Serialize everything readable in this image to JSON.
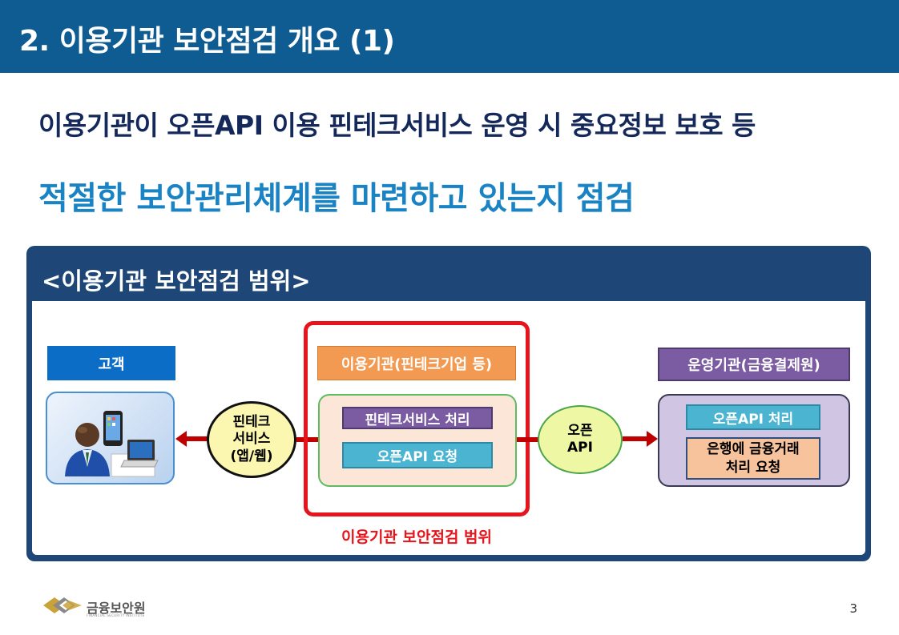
{
  "page": {
    "title": "2. 이용기관 보안점검 개요 (1)",
    "headline_line1": "이용기관이 오픈API 이용 핀테크서비스 운영 시 중요정보 보호 등",
    "headline_line2": "적절한 보안관리체계를 마련하고 있는지 점검",
    "page_number": "3"
  },
  "diagram": {
    "panel_title": "<이용기관 보안점검 범위>",
    "customer": {
      "label": "고객"
    },
    "fintech_service": {
      "label": "핀테크\n서비스\n(앱/웹)"
    },
    "institution": {
      "label": "이용기관(핀테크기업 등)",
      "items": [
        "핀테크서비스 처리",
        "오픈API 요청"
      ]
    },
    "scope_caption": "이용기관 보안점검 범위",
    "open_api": {
      "label": "오픈\nAPI"
    },
    "operator": {
      "label": "운영기관(금융결제원)",
      "items": [
        "오픈API 처리",
        "은행에 금융거래\n처리 요청"
      ]
    }
  },
  "footer": {
    "org_name": "금융보안원",
    "org_sub": "FINANCIAL SECURITY INSTITUTE"
  },
  "colors": {
    "title_bar": "#0e5c92",
    "headline_dark": "#14285a",
    "headline_blue": "#1a83c4",
    "panel": "#1e4677",
    "scope_red": "#e8141c",
    "customer_blue": "#0c6dc6",
    "institution_orange": "#f39a52",
    "operator_purple": "#7b5ba1",
    "api_teal": "#4ab4d1",
    "arrow_red": "#c00000"
  }
}
